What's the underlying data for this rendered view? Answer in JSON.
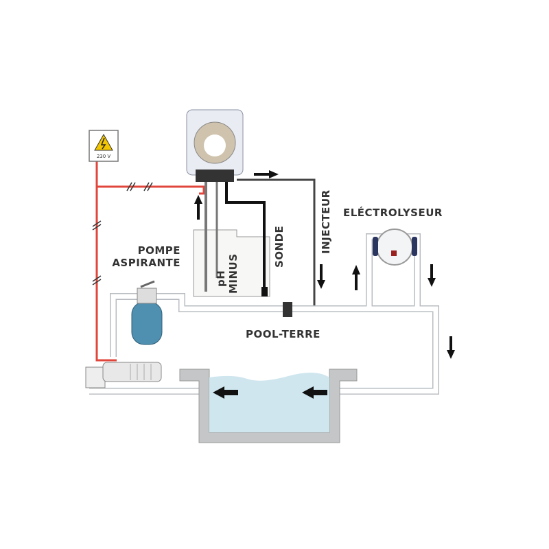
{
  "labels": {
    "voltage": "230 V",
    "pump": [
      "POMPE",
      "ASPIRANTE"
    ],
    "tank": [
      "pH",
      "MINUS"
    ],
    "probe": "SONDE",
    "injector": "INJECTEUR",
    "electrolyser": "ELÉCTROLYSEUR",
    "pool": "POOL-TERRE"
  },
  "colors": {
    "power": "#e0463c",
    "pipe": "#c8ccd0",
    "water": "#cfe6ef",
    "filter": "#4f8fb0"
  }
}
